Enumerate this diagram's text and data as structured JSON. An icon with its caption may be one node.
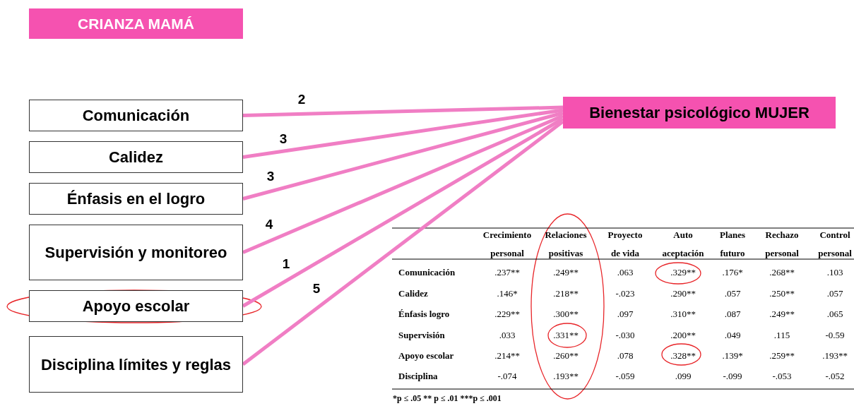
{
  "diagram": {
    "nodes": [
      {
        "text": [
          "CRIANZA MAMÁ"
        ]
      },
      {
        "text": [
          "Comunicación"
        ]
      },
      {
        "text": [
          "Calidez"
        ]
      },
      {
        "text": [
          "Énfasis en el logro"
        ]
      },
      {
        "text": [
          "Supervisión y monitoreo"
        ]
      },
      {
        "text": [
          "Apoyo escolar"
        ]
      },
      {
        "text": [
          "Disciplina límites y reglas"
        ]
      },
      {
        "text": [
          "Bienestar psicológico MUJER"
        ]
      }
    ],
    "edges": [
      {
        "from": 1,
        "to": 7,
        "arrow": "none",
        "label": "2"
      },
      {
        "from": 2,
        "to": 7,
        "arrow": "none",
        "label": "3"
      },
      {
        "from": 3,
        "to": 7,
        "arrow": "none",
        "label": "3"
      },
      {
        "from": 4,
        "to": 7,
        "arrow": "none",
        "label": "4"
      },
      {
        "from": 5,
        "to": 7,
        "arrow": "none",
        "label": "1"
      },
      {
        "from": 6,
        "to": 7,
        "arrow": "none",
        "label": "5"
      }
    ],
    "labels": [
      "Crecimiento personal",
      "Relaciones positivas",
      "Proyecto de vida",
      "Auto aceptación",
      "Planes futuro",
      "Rechazo personal",
      "Control personal",
      "Comunicación",
      ".237**",
      ".249**",
      ".063",
      ".329**",
      ".176*",
      ".268**",
      ".103",
      "Calidez",
      ".146*",
      ".218**",
      "-.023",
      ".290**",
      ".057",
      ".250**",
      ".057",
      "Énfasis logro",
      ".229**",
      ".300**",
      ".097",
      ".310**",
      ".087",
      ".249**",
      ".065",
      "Supervisión",
      ".033",
      ".331**",
      "-.030",
      ".200**",
      ".049",
      ".115",
      "-0.59",
      "Apoyo escolar",
      ".214**",
      ".260**",
      ".078",
      ".328**",
      ".139*",
      ".259**",
      ".193**",
      "Disciplina",
      "-.074",
      ".193**",
      "-.059",
      ".099",
      "-.099",
      "-.053",
      "-.052",
      "*p ≤ .05  ** p ≤ .01  ***p ≤ .001"
    ]
  }
}
